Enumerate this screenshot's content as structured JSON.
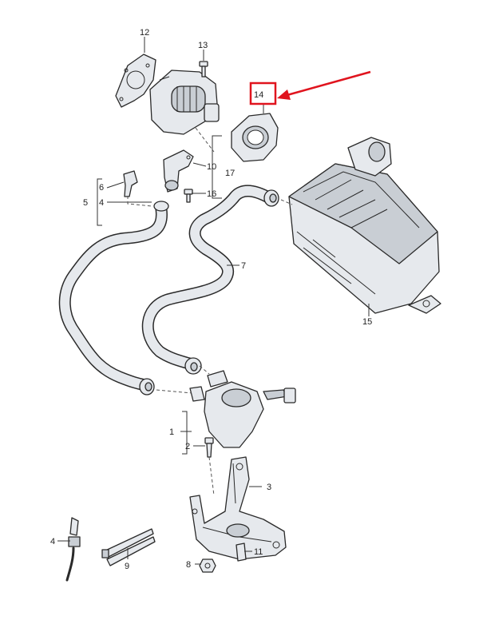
{
  "labels": {
    "l1": "1",
    "l2": "2",
    "l3": "3",
    "l4a": "4",
    "l4b": "4",
    "l5": "5",
    "l6": "6",
    "l7": "7",
    "l8": "8",
    "l9": "9",
    "l10": "10",
    "l11": "11",
    "l12": "12",
    "l13": "13",
    "l14": "14",
    "l15": "15",
    "l16": "16",
    "l17": "17"
  },
  "highlight": {
    "color": "#e0141e",
    "target_label": "14"
  },
  "colors": {
    "part_fill": "#e6e9ed",
    "outline": "#2a2a2a"
  }
}
